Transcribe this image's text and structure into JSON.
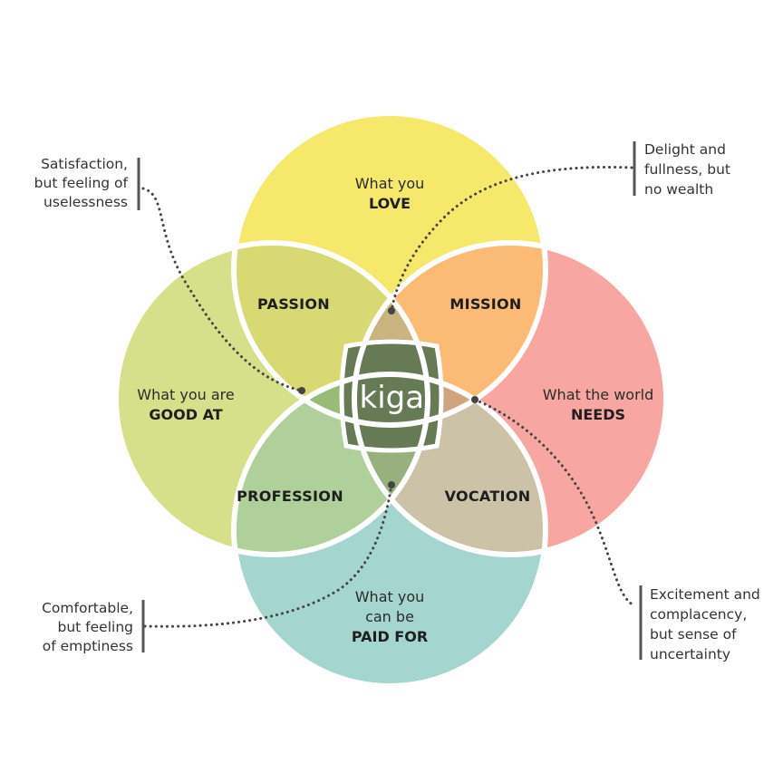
{
  "colors": {
    "love": "#f6e86a",
    "good_at": "#d6df8a",
    "needs": "#f7a6a1",
    "paid_for": "#a4d6cf",
    "passion": "#d8d972",
    "mission": "#fbbb74",
    "profession": "#afd09b",
    "vocation": "#cbc2a8",
    "love_mission_passion_overlap": "#c9b47f",
    "passion_profession_overlap": "#98bc78",
    "mission_vocation_overlap": "#d0a47f",
    "profession_vocation_overlap": "#97b07e",
    "ikigai": "#667a55",
    "divider": "#ffffff",
    "connector": "#444444",
    "note_bar": "#555555"
  },
  "circles": {
    "love": {
      "line1": "What you",
      "line2": "LOVE"
    },
    "good_at": {
      "line1": "What you are",
      "line2": "GOOD AT"
    },
    "needs": {
      "line1": "What the world",
      "line2": "NEEDS"
    },
    "paid_for": {
      "line1": "What you",
      "line2": "can be",
      "line3": "PAID FOR"
    }
  },
  "regions": {
    "passion": "PASSION",
    "mission": "MISSION",
    "profession": "PROFESSION",
    "vocation": "VOCATION",
    "center": "Ikigai"
  },
  "notes": {
    "top_left": [
      "Satisfaction,",
      "but feeling of",
      "uselessness"
    ],
    "top_right": [
      "Delight and",
      "fullness, but",
      "no wealth"
    ],
    "bottom_left": [
      "Comfortable,",
      "but feeling",
      "of emptiness"
    ],
    "bottom_right": [
      "Excitement and",
      "complacency,",
      "but sense of",
      "uncertainty"
    ]
  }
}
